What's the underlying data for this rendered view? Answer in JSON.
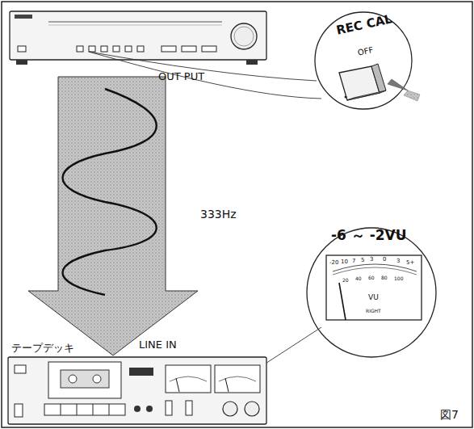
{
  "diagram": {
    "labels": [
      "REC CAL",
      "OFF",
      "OUT PUT",
      "333Hz",
      "-6 ～ -2VU",
      "-20",
      "10",
      "7",
      "5",
      "3",
      "0",
      "3",
      "5+",
      "20",
      "40",
      "60",
      "80",
      "100",
      "VU",
      "RIGHT",
      "テープデッキ",
      "LINE IN",
      "図7"
    ]
  }
}
